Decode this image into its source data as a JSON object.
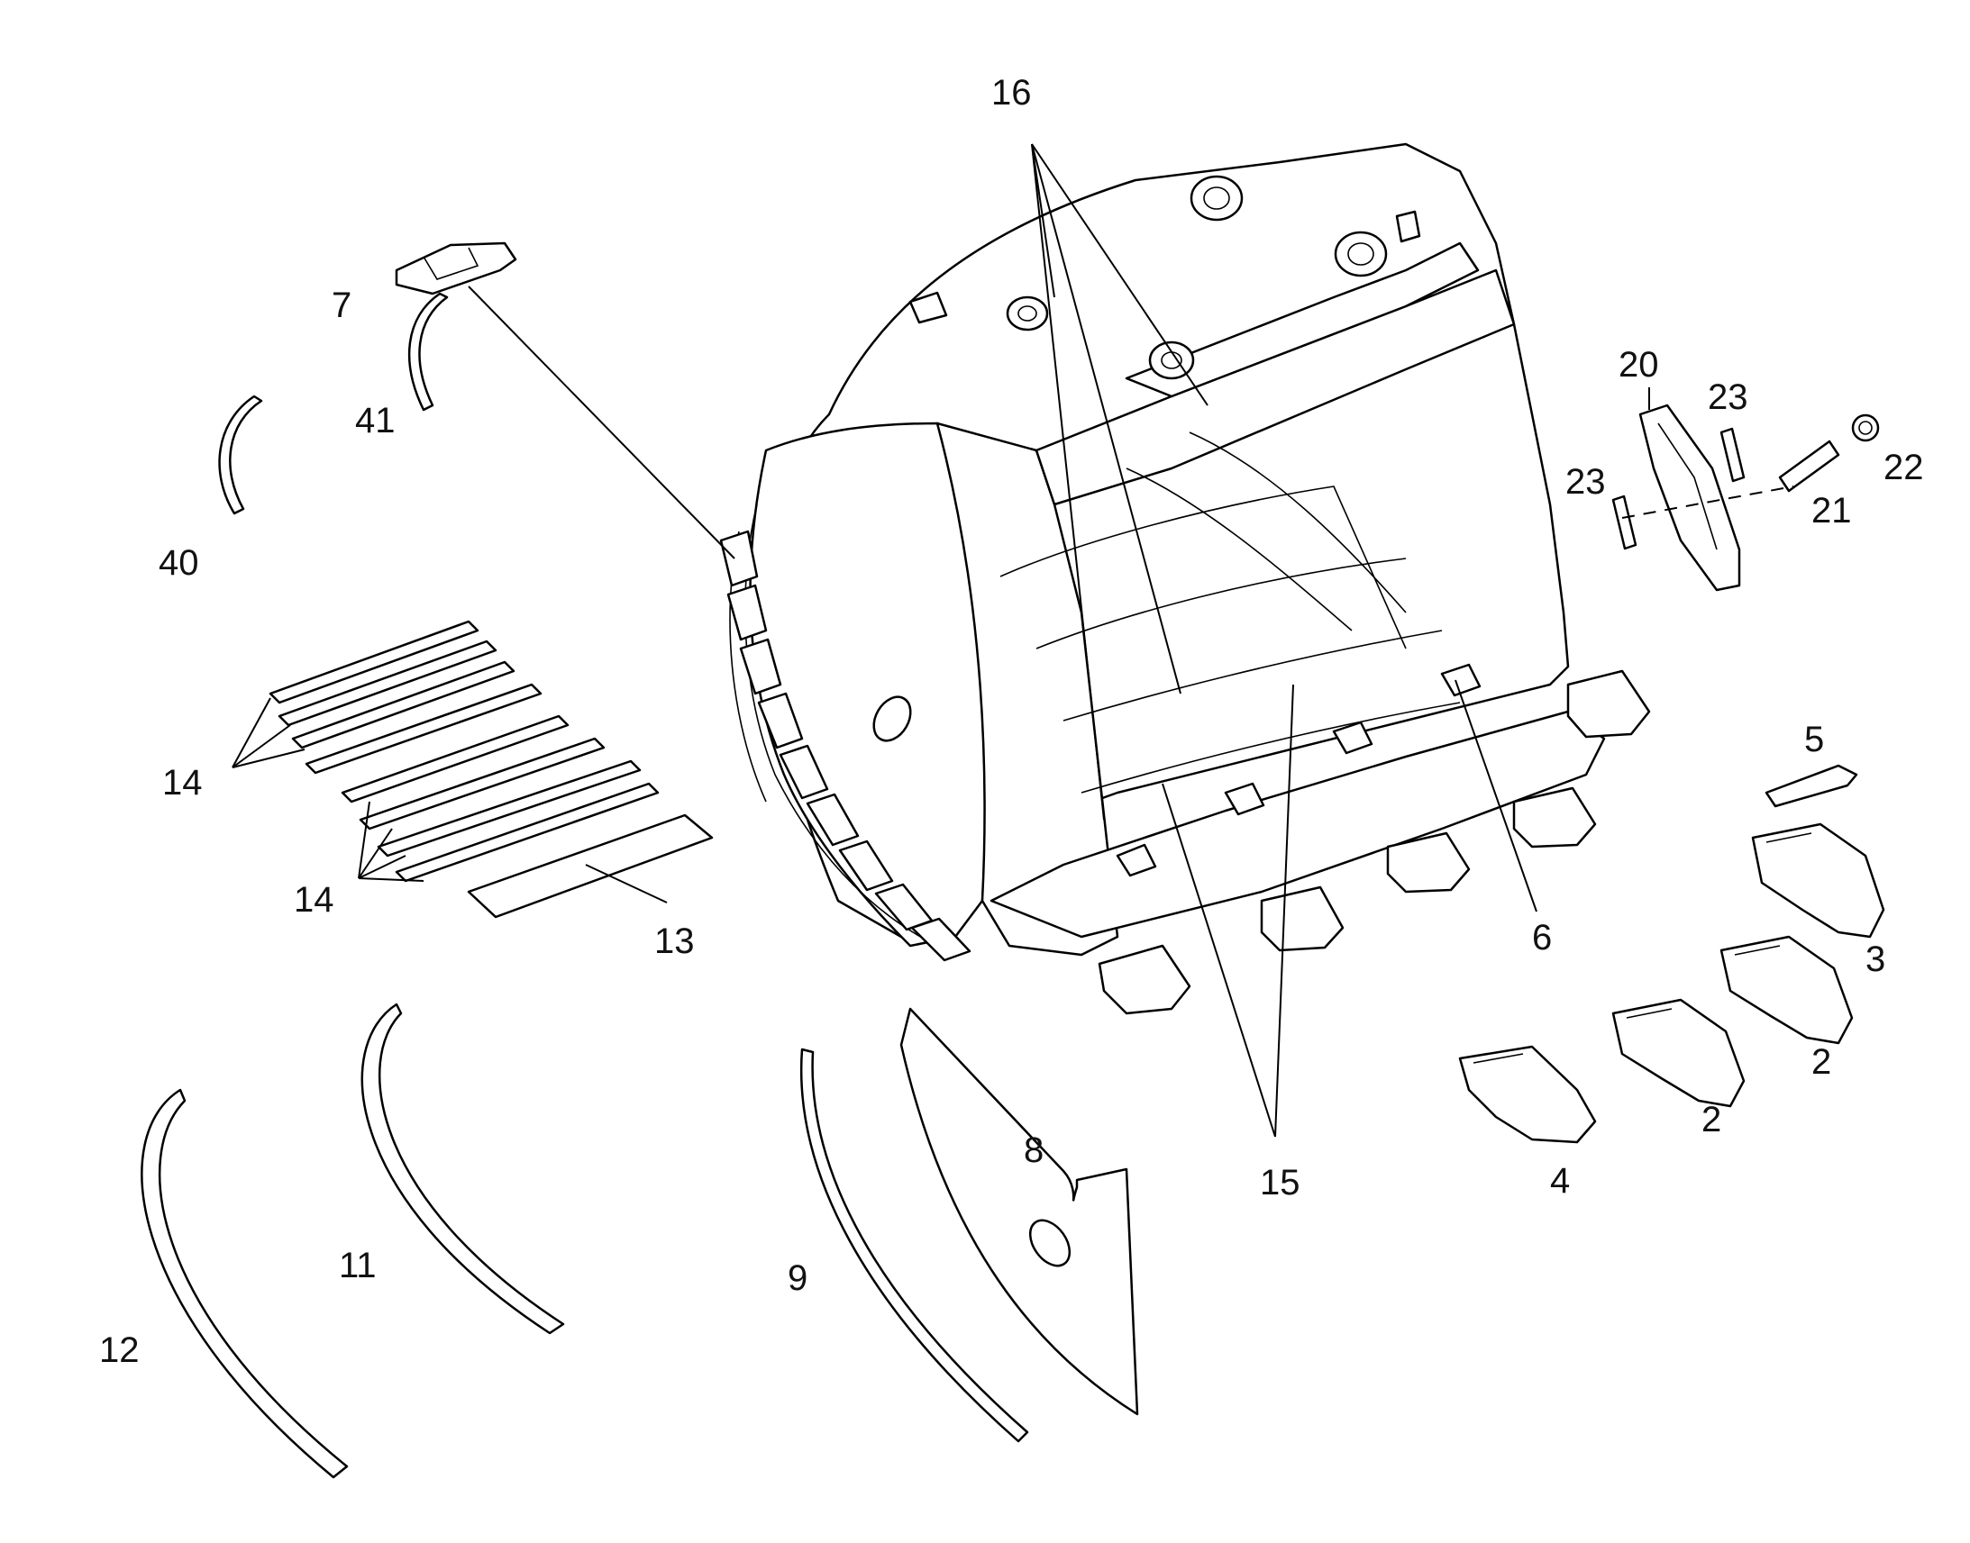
{
  "callouts": {
    "c16": "16",
    "c7": "7",
    "c41": "41",
    "c40": "40",
    "c14a": "14",
    "c14b": "14",
    "c13": "13",
    "c20": "20",
    "c23a": "23",
    "c23b": "23",
    "c22": "22",
    "c21": "21",
    "c5": "5",
    "c6": "6",
    "c3": "3",
    "c2a": "2",
    "c2b": "2",
    "c4": "4",
    "c15": "15",
    "c8": "8",
    "c9": "9",
    "c11": "11",
    "c12": "12"
  },
  "style": {
    "line_color": "#000000",
    "background": "#ffffff"
  }
}
